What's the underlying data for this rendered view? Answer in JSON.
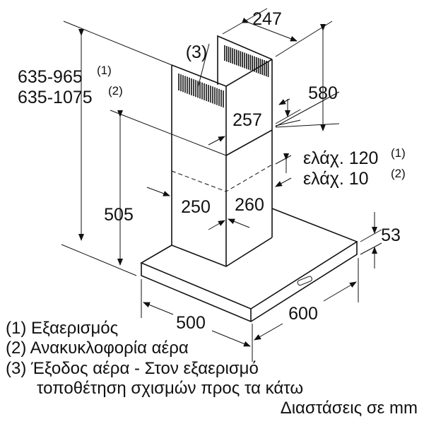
{
  "dimensions": {
    "d247": "247",
    "d580": "580",
    "d257": "257",
    "d250": "250",
    "d260": "260",
    "d505": "505",
    "d53": "53",
    "d500": "500",
    "d600": "600",
    "height1": "635-965",
    "height1_ref": "(1)",
    "height2": "635-1075",
    "height2_ref": "(2)",
    "min1": "ελάχ. 120",
    "min1_ref": "(1)",
    "min2": "ελάχ. 10",
    "min2_ref": "(2)",
    "outlet_ref": "(3)"
  },
  "legend": {
    "item1": "(1) Εξαερισμός",
    "item2": "(2) Ανακυκλοφορία αέρα",
    "item3_line1": "(3) Έξοδος αέρα - Στον εξαερισμό",
    "item3_line2": "τοποθέτηση σχισμών προς τα κάτω",
    "units": "Διαστάσεις σε mm"
  }
}
